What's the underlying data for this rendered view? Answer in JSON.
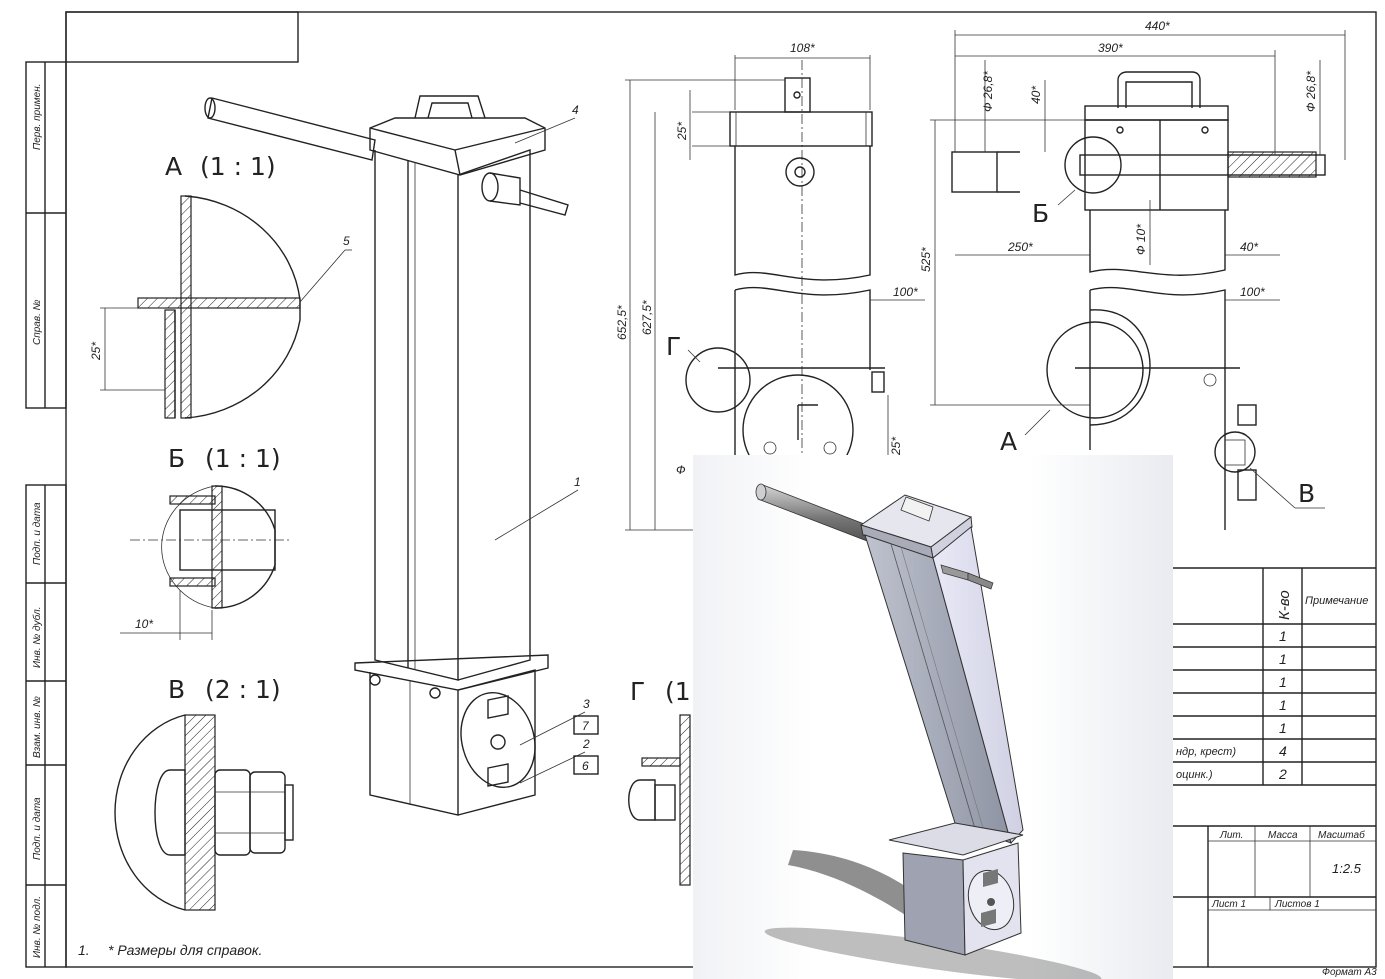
{
  "views": {
    "a": {
      "label": "А",
      "scale": "(1 : 1)",
      "dim_25": "25*",
      "leader_5": "5"
    },
    "b": {
      "label": "Б",
      "scale": "(1 : 1)",
      "dim_10": "10*"
    },
    "v": {
      "label": "В",
      "scale": "(2 : 1)"
    },
    "g": {
      "label": "Г",
      "scale_partial": "(1"
    }
  },
  "iso": {
    "leaders": {
      "p4": "4",
      "p1": "1",
      "p3": "3",
      "p2": "2"
    },
    "boxes": {
      "b7": "7",
      "b6": "6"
    }
  },
  "front": {
    "dims": {
      "d108": "108*",
      "d25": "25*",
      "d6525": "652,5*",
      "d6275": "627,5*",
      "d100": "100*",
      "d25b": "25*",
      "phi": "Ф"
    },
    "callout_g": "Г"
  },
  "side": {
    "dims": {
      "d440": "440*",
      "d390": "390*",
      "phi268a": "Ф 26,8*",
      "d40a": "40*",
      "phi268b": "Ф 26,8*",
      "d525": "525*",
      "phi10": "Ф 10*",
      "d250": "250*",
      "d40b": "40*",
      "d100": "100*"
    },
    "callouts": {
      "b": "Б",
      "a": "А",
      "v": "В"
    }
  },
  "stamp": {
    "left": [
      "Перв. примен.",
      "Справ. №",
      "Подп. и дата",
      "Инв. № дубл.",
      "Взам. инв. №",
      "Подп. и дата",
      "Инв. № подл."
    ]
  },
  "spec": {
    "qty_header": "К-во",
    "note_header": "Примечание",
    "rows": [
      {
        "name": "",
        "qty": "1"
      },
      {
        "name": "",
        "qty": "1"
      },
      {
        "name": "",
        "qty": "1"
      },
      {
        "name": "",
        "qty": "1"
      },
      {
        "name": "",
        "qty": "1"
      },
      {
        "name": "ндр, крест)",
        "qty": "4"
      },
      {
        "name": "оцинк.)",
        "qty": "2"
      }
    ]
  },
  "title_block": {
    "lit": "Лит.",
    "mass": "Масса",
    "scale_label": "Масштаб",
    "scale_value": "1:2.5",
    "sheet": "Лист 1",
    "sheets": "Листов 1",
    "format": "Формат А3"
  },
  "notes": {
    "number": "1.",
    "text": "* Размеры для справок."
  }
}
